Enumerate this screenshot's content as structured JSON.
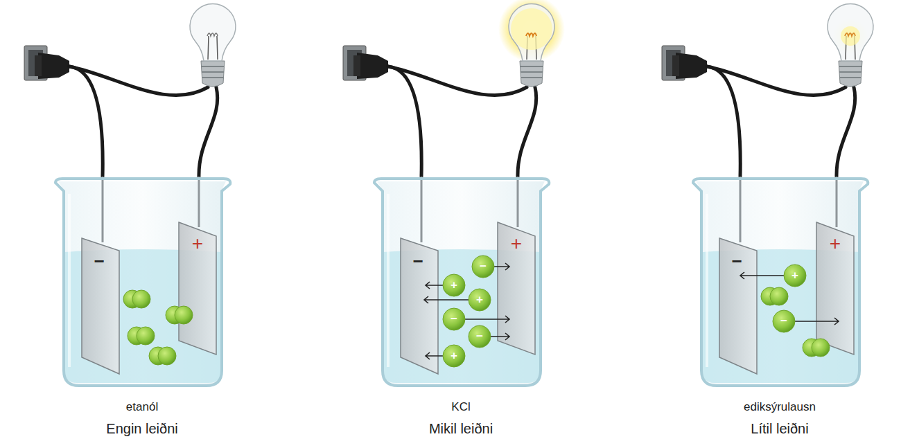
{
  "diagram": {
    "labels": [
      "−",
      "+",
      "etanól",
      "Engin leiðni",
      "−",
      "+",
      "−",
      "+",
      "+",
      "−",
      "−",
      "+",
      "KCl",
      "Mikil leiðni",
      "−",
      "+",
      "+",
      "−",
      "ediksýrulausn",
      "Lítil leiðni"
    ]
  }
}
